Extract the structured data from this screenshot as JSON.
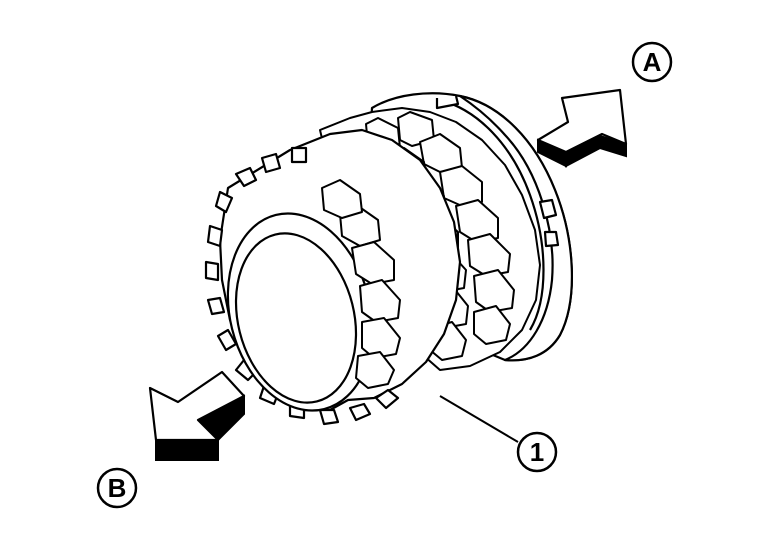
{
  "callouts": {
    "part_number": "1",
    "direction_a": "A",
    "direction_b": "B"
  },
  "colors": {
    "line": "#000000",
    "fill": "#ffffff"
  }
}
